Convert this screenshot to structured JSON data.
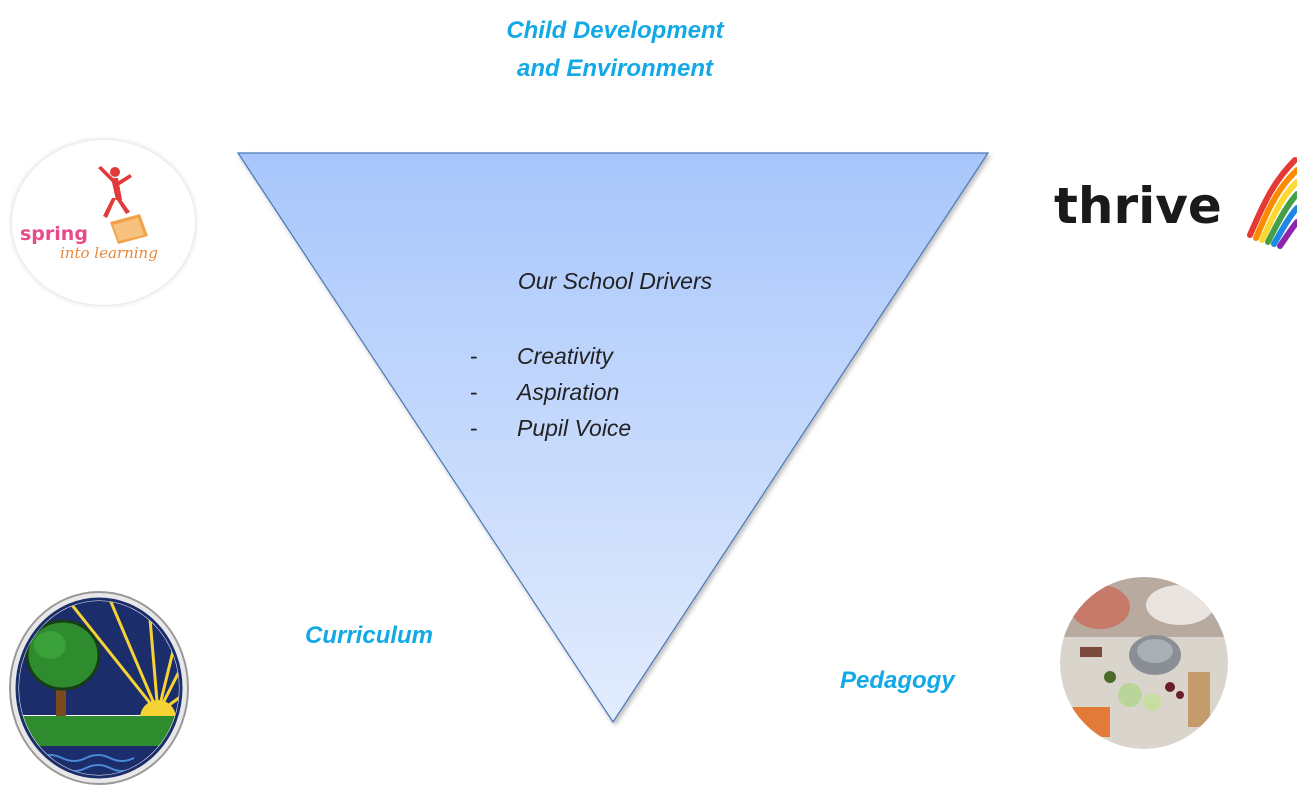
{
  "diagram": {
    "top_heading_line1": "Child Development",
    "top_heading_line2": "and Environment",
    "center_title": "Our School Drivers",
    "drivers": [
      "Creativity",
      "Aspiration",
      "Pupil Voice"
    ],
    "left_label": "Curriculum",
    "right_label": "Pedagogy"
  },
  "logos": {
    "spring_logo_text_1": "spring",
    "spring_logo_text_2": "into learning",
    "thrive_logo_text": "thrive"
  },
  "colors": {
    "heading": "#13a9e6",
    "triangle_top": "#a8c6fb",
    "triangle_bottom": "#dce8fd",
    "triangle_border": "#4a78b8"
  }
}
